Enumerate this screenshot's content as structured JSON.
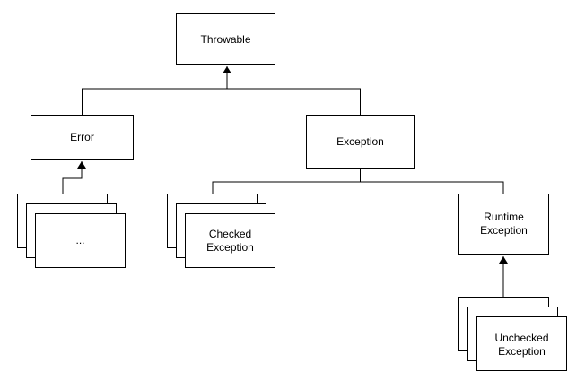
{
  "nodes": {
    "throwable": {
      "label": "Throwable"
    },
    "error": {
      "label": "Error"
    },
    "exception": {
      "label": "Exception"
    },
    "error_subclasses": {
      "label": "..."
    },
    "checked_exception": {
      "label_line1": "Checked",
      "label_line2": "Exception"
    },
    "runtime_exception": {
      "label_line1": "Runtime",
      "label_line2": "Exception"
    },
    "unchecked_exception": {
      "label_line1": "Unchecked",
      "label_line2": "Exception"
    }
  },
  "relations": [
    {
      "from": "error",
      "to": "throwable",
      "type": "inheritance"
    },
    {
      "from": "exception",
      "to": "throwable",
      "type": "inheritance"
    },
    {
      "from": "error_subclasses",
      "to": "error",
      "type": "inheritance"
    },
    {
      "from": "checked_exception",
      "to": "exception",
      "type": "inheritance"
    },
    {
      "from": "runtime_exception",
      "to": "exception",
      "type": "inheritance"
    },
    {
      "from": "unchecked_exception",
      "to": "runtime_exception",
      "type": "inheritance"
    }
  ],
  "colors": {
    "stroke": "#000000",
    "fill": "#ffffff",
    "text": "#000000"
  }
}
